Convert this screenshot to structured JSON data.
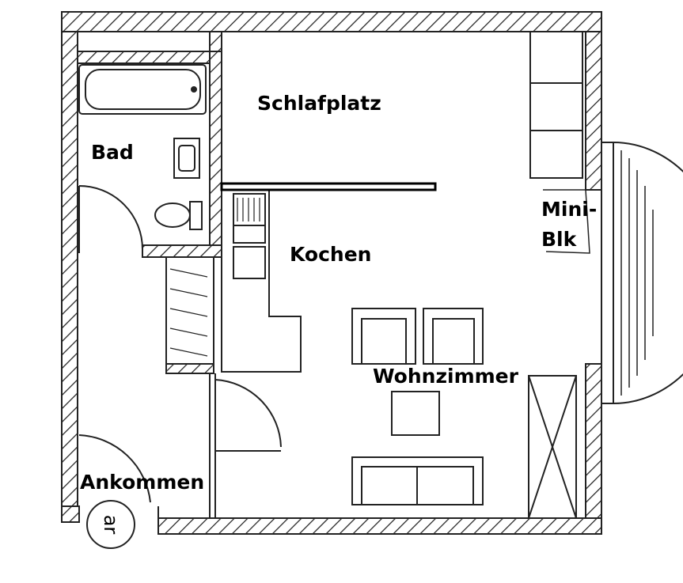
{
  "rooms": {
    "schlafplatz": "Schlafplatz",
    "bad": "Bad",
    "kochen": "Kochen",
    "wohnzimmer": "Wohnzimmer",
    "ankommen": "Ankommen",
    "balkon_line1": "Mini-",
    "balkon_line2": "Blk"
  },
  "entrance_symbol": "ar",
  "colors": {
    "line": "#1a1a1a",
    "divider": "#000000"
  }
}
